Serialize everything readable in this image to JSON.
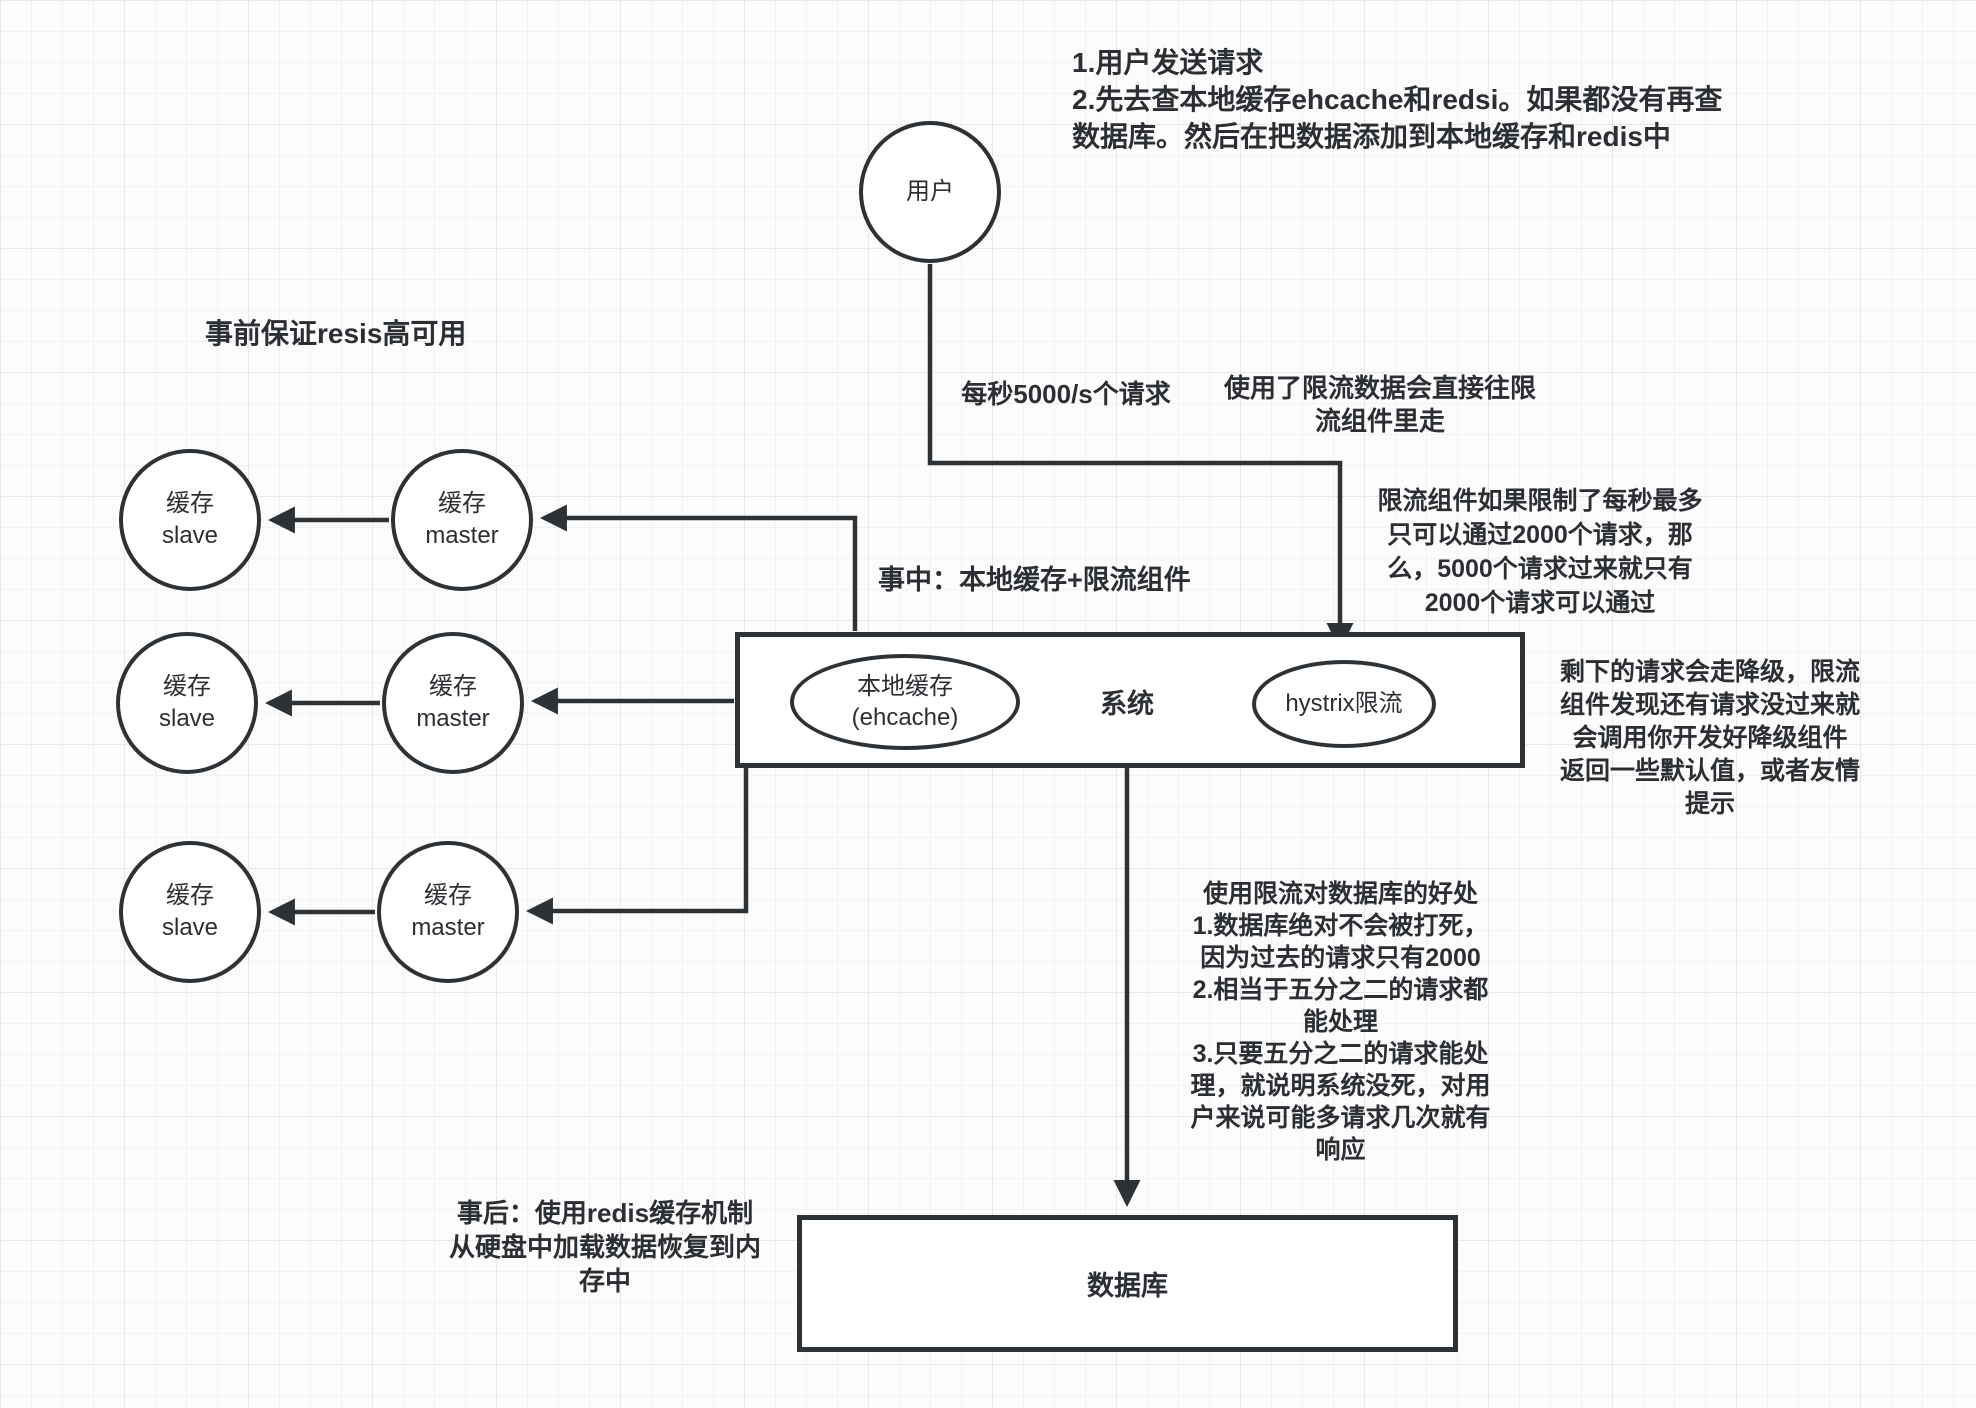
{
  "colors": {
    "stroke": "#2d3236",
    "text": "#2b2f33",
    "background": "#fcfcfc",
    "grid_minor": "#f2f2f2",
    "grid_major": "#e8e8e8"
  },
  "nodes": {
    "user": {
      "label": "用户"
    },
    "cache_rows": [
      {
        "slave": "缓存\nslave",
        "master": "缓存\nmaster"
      },
      {
        "slave": "缓存\nslave",
        "master": "缓存\nmaster"
      },
      {
        "slave": "缓存\nslave",
        "master": "缓存\nmaster"
      }
    ],
    "system_box": {
      "local_cache": "本地缓存\n(ehcache)",
      "system": "系统",
      "hystrix": "hystrix限流"
    },
    "database": {
      "label": "数据库"
    }
  },
  "notes": {
    "top_right": "1.用户发送请求\n2.先去查本地缓存ehcache和redsi。如果都没有再查\n数据库。然后在把数据添加到本地缓存和redis中",
    "phase_before": "事前保证resis高可用",
    "rate_label": "每秒5000/s个请求",
    "limited_data": "使用了限流数据会直接往限\n流组件里走",
    "limiter_rule": "限流组件如果限制了每秒最多\n只可以通过2000个请求，那\n么，5000个请求过来就只有\n2000个请求可以通过",
    "phase_during": "事中：本地缓存+限流组件",
    "degrade": "剩下的请求会走降级，限流\n组件发现还有请求没过来就\n会调用你开发好降级组件\n返回一些默认值，或者友情\n提示",
    "benefits": "使用限流对数据库的好处\n1.数据库绝对不会被打死，\n因为过去的请求只有2000\n2.相当于五分之二的请求都\n能处理\n3.只要五分之二的请求能处\n理，就说明系统没死，对用\n户来说可能多请求几次就有\n响应",
    "phase_after": "事后：使用redis缓存机制\n从硬盘中加载数据恢复到内\n存中"
  }
}
